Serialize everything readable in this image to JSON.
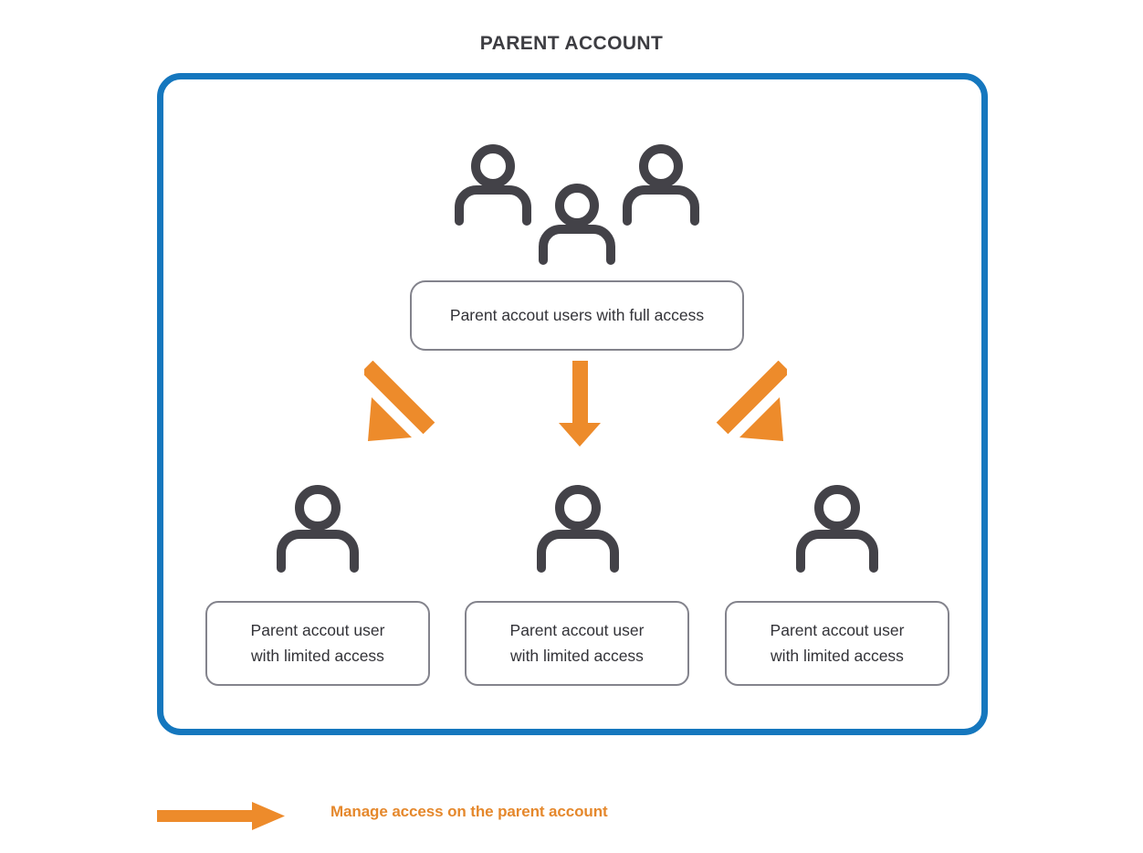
{
  "page": {
    "title": "PARENT ACCOUNT",
    "background": "#ffffff"
  },
  "colors": {
    "container_border": "#1577be",
    "icon": "#434248",
    "box_border": "#83838c",
    "box_text": "#333338",
    "arrow": "#ed8b2b",
    "legend_text": "#e5882c",
    "title_text": "#3d3d42"
  },
  "container": {
    "label": "parent-account-container"
  },
  "top_group": {
    "icon_name": "three-users-icon",
    "icon_count": 3,
    "label": "Parent accout users with full access"
  },
  "arrows": [
    {
      "name": "arrow-down-left",
      "direction": "down-left"
    },
    {
      "name": "arrow-down",
      "direction": "down"
    },
    {
      "name": "arrow-down-right",
      "direction": "down-right"
    }
  ],
  "children": [
    {
      "icon_name": "user-icon",
      "line1": "Parent accout user",
      "line2": "with limited access"
    },
    {
      "icon_name": "user-icon",
      "line1": "Parent accout user",
      "line2": "with limited access"
    },
    {
      "icon_name": "user-icon",
      "line1": "Parent accout user",
      "line2": "with limited access"
    }
  ],
  "legend": {
    "icon_name": "arrow-right-icon",
    "text": "Manage access on the parent account"
  }
}
